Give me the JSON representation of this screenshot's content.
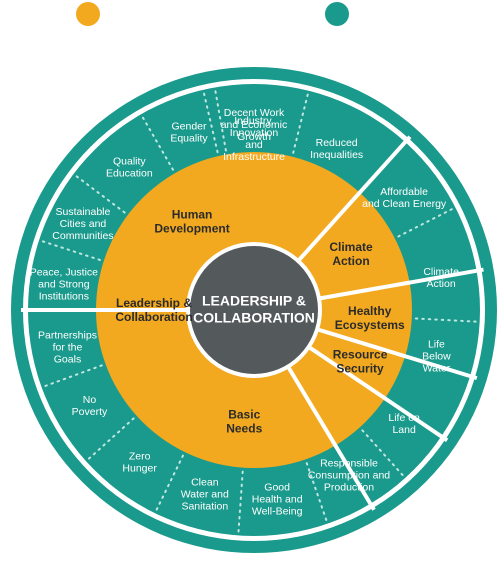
{
  "colors": {
    "teal": "#1a9a8c",
    "orange": "#f2a91f",
    "center": "#545a5c",
    "white": "#ffffff"
  },
  "legend": [
    {
      "color": "#f2a91f",
      "label": ""
    },
    {
      "color": "#1a9a8c",
      "label": ""
    }
  ],
  "center": {
    "lines": [
      "LEADERSHIP &",
      "COLLABORATION"
    ]
  },
  "middle_sections": [
    {
      "lines": [
        "Human",
        "Development"
      ]
    },
    {
      "lines": [
        "Climate",
        "Action"
      ]
    },
    {
      "lines": [
        "Healthy",
        "Ecosystems"
      ]
    },
    {
      "lines": [
        "Resource",
        "Security"
      ]
    },
    {
      "lines": [
        "Basic",
        "Needs"
      ]
    },
    {
      "lines": [
        "Leadership &",
        "Collaboration"
      ]
    }
  ],
  "outer_goals": [
    {
      "lines": [
        "Industry,",
        "Innovation",
        "and",
        "Infrastructure"
      ]
    },
    {
      "lines": [
        "Reduced",
        "Inequalities"
      ]
    },
    {
      "lines": [
        "Affordable",
        "and Clean Energy"
      ]
    },
    {
      "lines": [
        "Climate",
        "Action"
      ]
    },
    {
      "lines": [
        "Life",
        "Below",
        "Water"
      ]
    },
    {
      "lines": [
        "Life on",
        "Land"
      ]
    },
    {
      "lines": [
        "Responsible",
        "Consumption and",
        "Production"
      ]
    },
    {
      "lines": [
        "Good",
        "Health and",
        "Well-Being"
      ]
    },
    {
      "lines": [
        "Clean",
        "Water and",
        "Sanitation"
      ]
    },
    {
      "lines": [
        "Zero",
        "Hunger"
      ]
    },
    {
      "lines": [
        "No",
        "Poverty"
      ]
    },
    {
      "lines": [
        "Partnerships",
        "for the",
        "Goals"
      ]
    },
    {
      "lines": [
        "Peace, Justice",
        "and Strong",
        "Institutions"
      ]
    },
    {
      "lines": [
        "Sustainable",
        "Cities and",
        "Communities"
      ]
    },
    {
      "lines": [
        "Quality",
        "Education"
      ]
    },
    {
      "lines": [
        "Gender",
        "Equality"
      ]
    },
    {
      "lines": [
        "Decent Work",
        "and Economic",
        "Growth"
      ]
    }
  ]
}
